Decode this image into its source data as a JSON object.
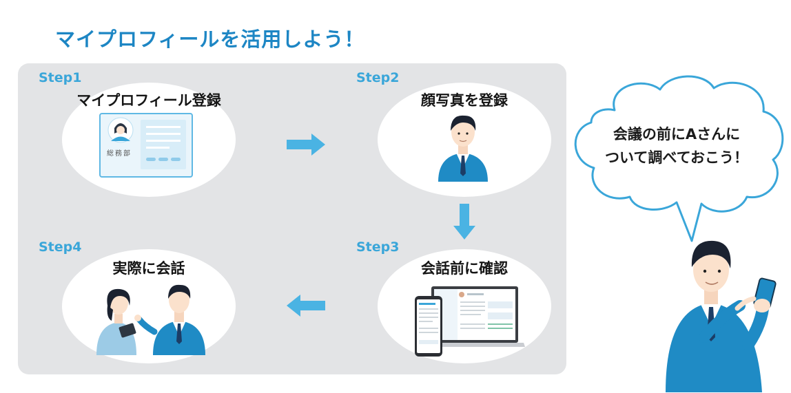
{
  "title": "マイプロフィールを活用しよう！",
  "colors": {
    "accent": "#1d86c4",
    "step_label": "#3aa6d9",
    "arrow": "#4ab3e3",
    "panel": "#e3e4e6",
    "bubble_stroke": "#3aa6d9"
  },
  "steps": [
    {
      "label": "Step1",
      "name": "マイプロフィール登録",
      "card_text": "総務部",
      "icon": "profile-card-icon"
    },
    {
      "label": "Step2",
      "name": "顔写真を登録",
      "icon": "businessman-portrait-icon"
    },
    {
      "label": "Step3",
      "name": "会話前に確認",
      "icon": "laptop-phone-icon"
    },
    {
      "label": "Step4",
      "name": "実際に会話",
      "icon": "conversation-people-icon"
    }
  ],
  "bubble": {
    "line1": "会議の前にAさんに",
    "line2": "ついて調べておこう！"
  }
}
